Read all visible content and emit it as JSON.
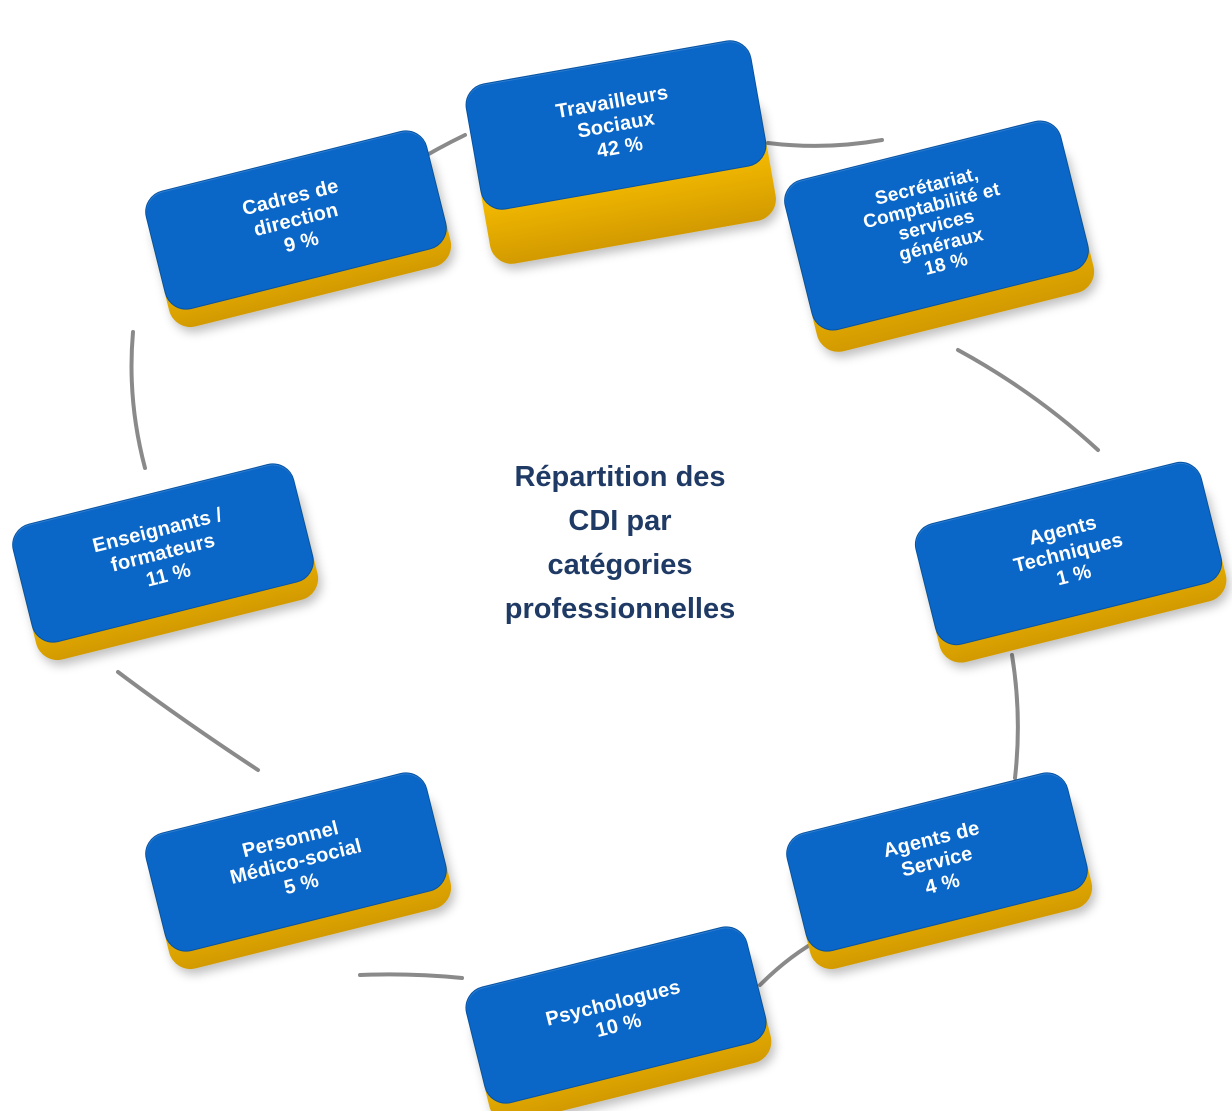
{
  "title_lines": [
    "Répartition des",
    "CDI par",
    "catégories",
    "professionnelles"
  ],
  "categories": [
    {
      "key": "travailleurs-sociaux",
      "lines": [
        "Travailleurs",
        "Sociaux",
        "42 %"
      ],
      "percent": 42
    },
    {
      "key": "secretariat",
      "lines": [
        "Secrétariat,",
        "Comptabilité et",
        "services",
        "généraux",
        "18 %"
      ],
      "percent": 18
    },
    {
      "key": "agents-techniques",
      "lines": [
        "Agents",
        "Techniques",
        "1 %"
      ],
      "percent": 1
    },
    {
      "key": "agents-de-service",
      "lines": [
        "Agents de",
        "Service",
        "4 %"
      ],
      "percent": 4
    },
    {
      "key": "psychologues",
      "lines": [
        "Psychologues",
        "10 %"
      ],
      "percent": 10
    },
    {
      "key": "personnel-medico-social",
      "lines": [
        "Personnel",
        "Médico-social",
        "5 %"
      ],
      "percent": 5
    },
    {
      "key": "enseignants-formateurs",
      "lines": [
        "Enseignants /",
        "formateurs",
        "11 %"
      ],
      "percent": 11
    },
    {
      "key": "cadres-de-direction",
      "lines": [
        "Cadres de",
        "direction",
        "9 %"
      ],
      "percent": 9
    }
  ],
  "colors": {
    "box_face": "#0a67c8",
    "box_side": "#f2b800",
    "connector": "#8a8a8a",
    "title_text": "#1f3a64",
    "label_text": "#ffffff"
  }
}
